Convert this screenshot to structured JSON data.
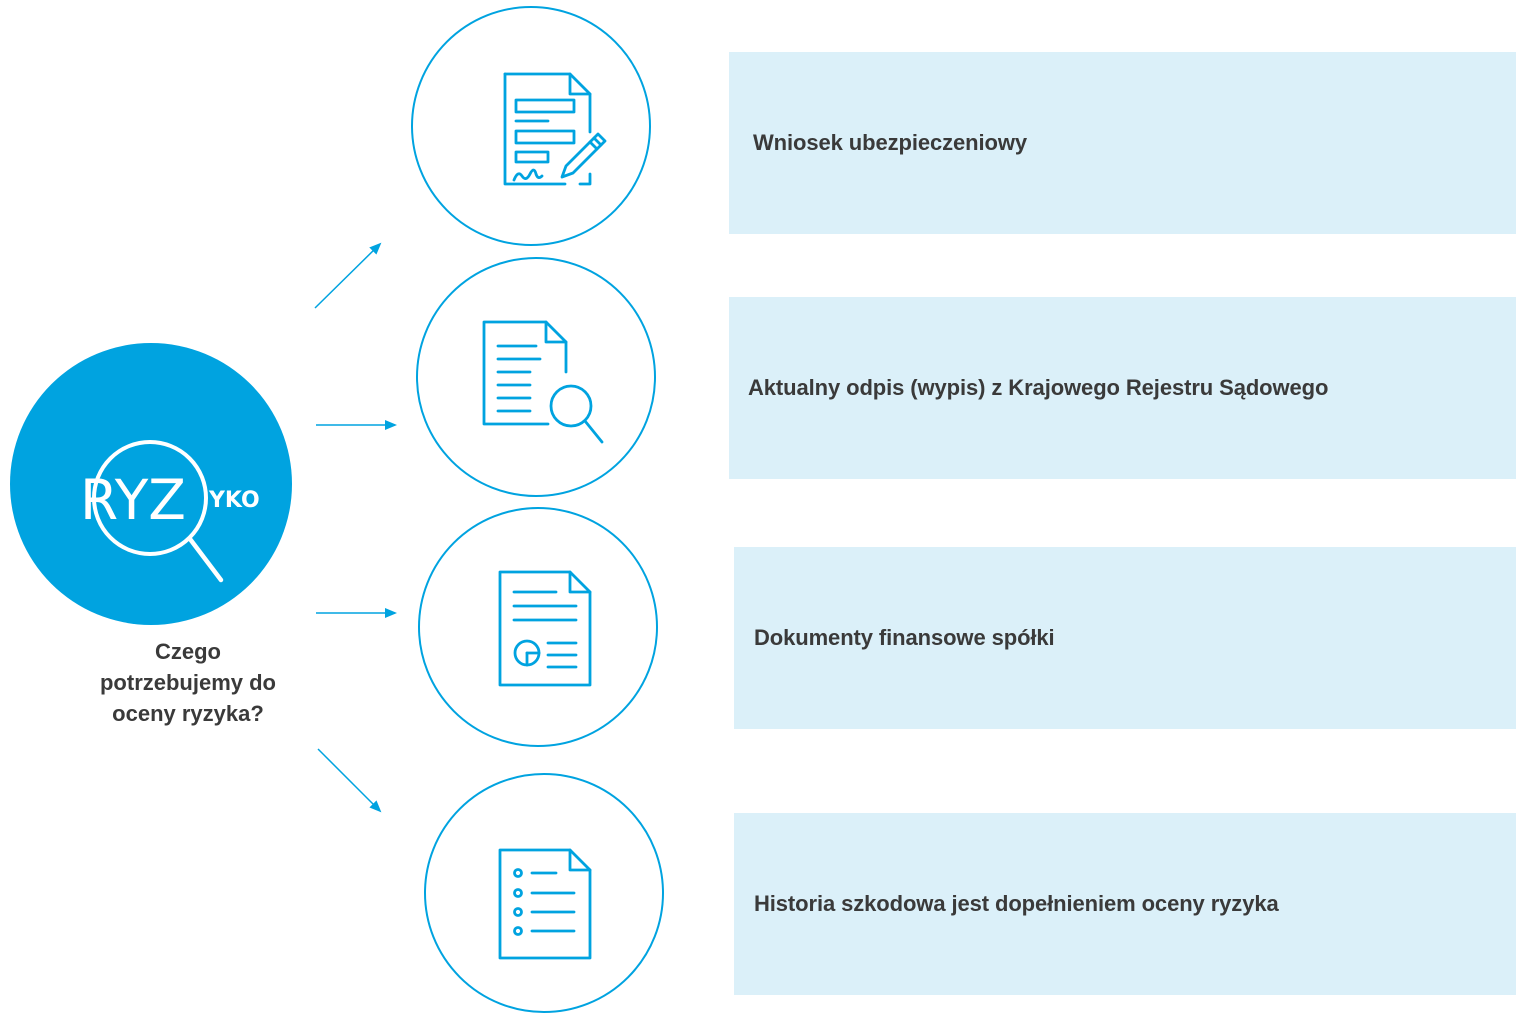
{
  "logo": {
    "main_text": "RYZ",
    "suffix_text": "YKO",
    "icon": "magnifier-icon"
  },
  "main_question": "Czego potrzebujemy do oceny ryzyka?",
  "items": [
    {
      "label": "Wniosek ubezpieczeniowy",
      "icon": "signed-document-icon"
    },
    {
      "label": "Aktualny odpis (wypis) z Krajowego Rejestru Sądowego",
      "icon": "document-search-icon"
    },
    {
      "label": "Dokumenty finansowe spółki",
      "icon": "financial-report-icon"
    },
    {
      "label": "Historia szkodowa jest dopełnieniem oceny ryzyka",
      "icon": "checklist-document-icon"
    }
  ],
  "colors": {
    "accent": "#00a3e0",
    "box_background": "#dbf0f9",
    "text": "#3a3a3a",
    "white": "#ffffff"
  }
}
